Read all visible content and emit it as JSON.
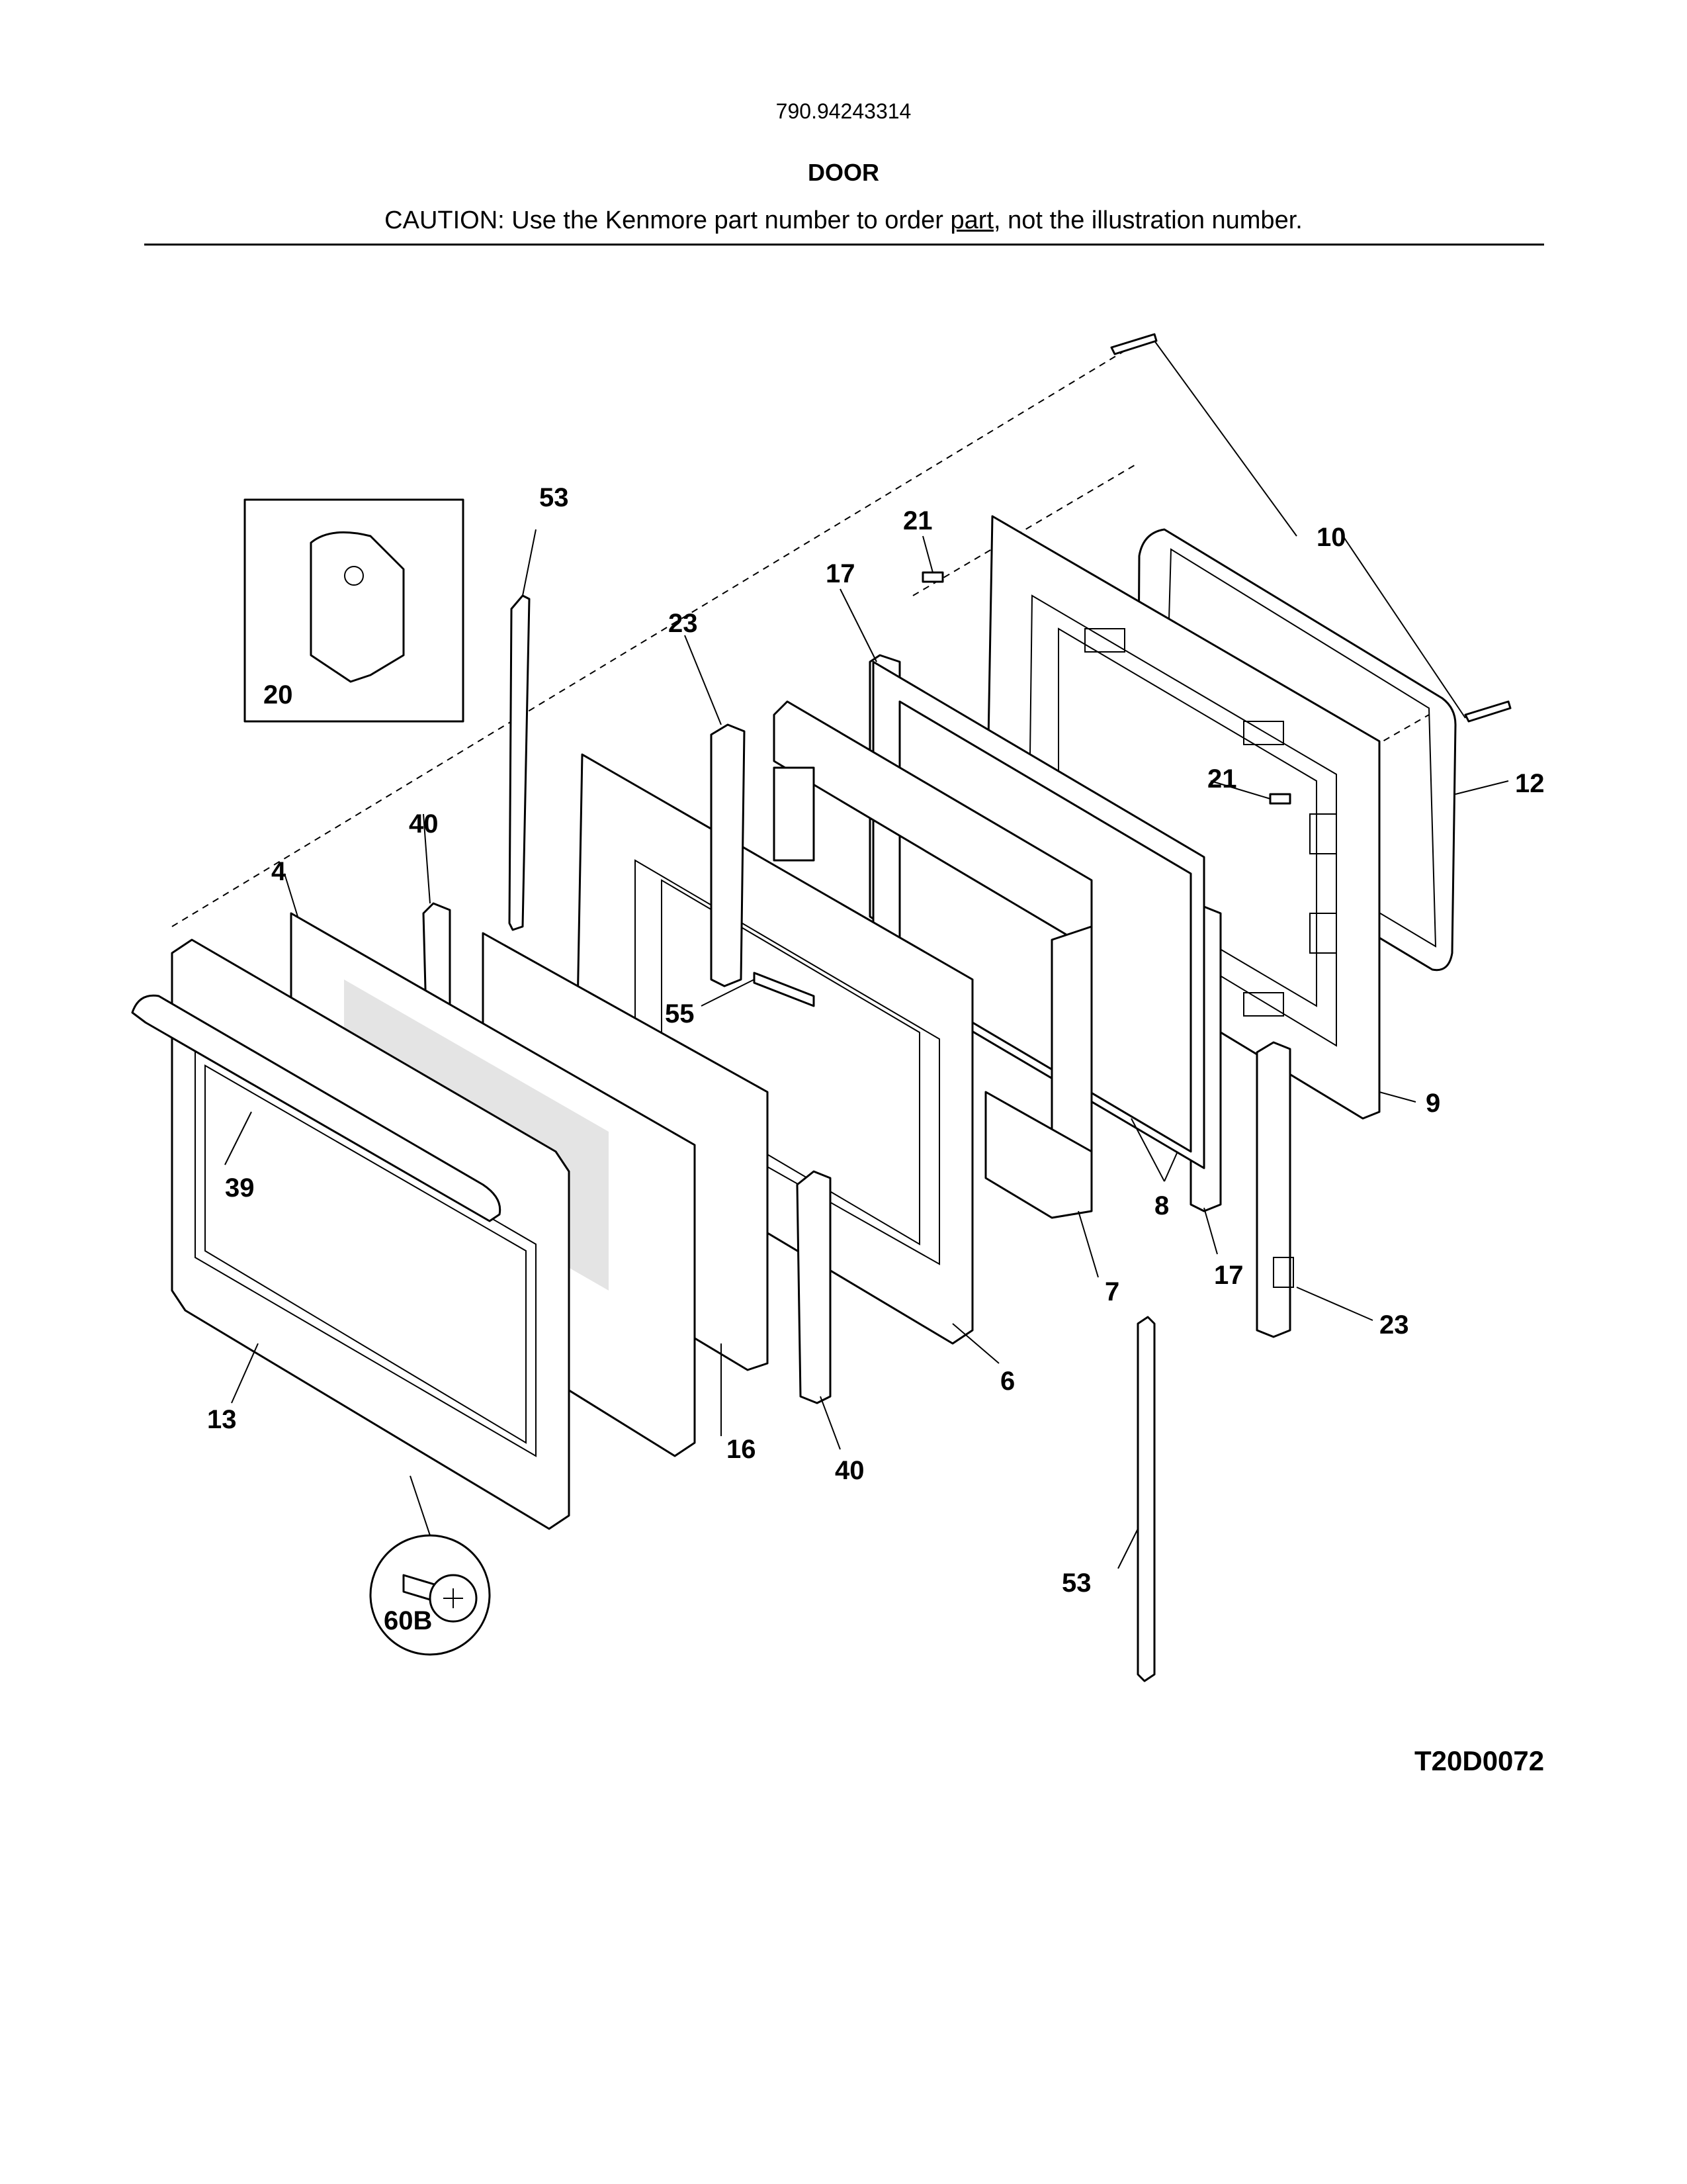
{
  "header": {
    "model_number": "790.94243314",
    "section_title": "DOOR",
    "caution_before": "CAUTION: Use the Kenmore part number to order ",
    "caution_underlined": "part",
    "caution_after": ", not the illustration number."
  },
  "callouts": {
    "p53_top": "53",
    "p21_top": "21",
    "p10": "10",
    "p17_top": "17",
    "p23_top": "23",
    "p20": "20",
    "p12": "12",
    "p21_mid": "21",
    "p40_top": "40",
    "p4": "4",
    "p55": "55",
    "p9": "9",
    "p39": "39",
    "p8": "8",
    "p7": "7",
    "p17_bottom": "17",
    "p23_bottom": "23",
    "p6": "6",
    "p13": "13",
    "p16": "16",
    "p40_bottom": "40",
    "p53_bottom": "53",
    "p60b": "60B"
  },
  "diagram_code": "T20D0072"
}
